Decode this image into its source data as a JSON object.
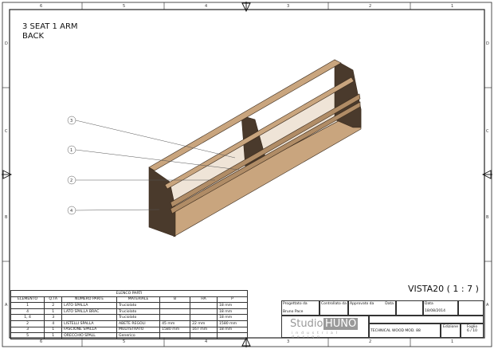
{
  "drawing": {
    "title_line1": "3 SEAT 1 ARM",
    "title_line2": "BACK",
    "view_label": "VISTA20 ( 1 : 7 )"
  },
  "border": {
    "columns": [
      "6",
      "5",
      "4",
      "3",
      "2",
      "1"
    ],
    "rows": [
      "D",
      "C",
      "B",
      "A"
    ]
  },
  "callouts": [
    "3",
    "1",
    "2",
    "4"
  ],
  "bom": {
    "title": "ELENCO PARTI",
    "headers": [
      "ELEMENTO",
      "Q.TÀ",
      "NUMERO PARTE",
      "MATERIALE",
      "B",
      "HA",
      "P"
    ],
    "rows": [
      [
        "1",
        "2",
        "LATO SPALLA",
        "Truciolato",
        "",
        "",
        "18 mm"
      ],
      [
        "4",
        "1",
        "LATO SPALLA BRAC",
        "Truciolato",
        "",
        "",
        "18 mm"
      ],
      [
        "1, 4",
        "3",
        "",
        "Truciolato",
        "",
        "",
        "18 mm"
      ],
      [
        "2",
        "4",
        "LISTELLI SPALLA",
        "ABETE REGOLI",
        "45 mm",
        "22 mm",
        "1580 mm"
      ],
      [
        "3",
        "1",
        "FASCIONE SPALLA",
        "MULTISTRATO",
        "1580 mm",
        "167 mm",
        "18 mm"
      ],
      [
        "5",
        "1",
        "ORECCHIO SPALL",
        "Generico",
        "",
        "",
        ""
      ]
    ]
  },
  "title_block": {
    "designed_label": "Progettato da",
    "designed_value": "Bruno Pace",
    "checked_label": "Controllato da",
    "approved_label": "Approvato da",
    "date_label1": "Data",
    "date_label2": "Data",
    "date_value": "18/08/2014",
    "logo_text1": "Studio",
    "logo_text2": "HUNO",
    "logo_sub": "industrial design",
    "drawing_name": "TECHNICAL WOOD MOD. 88",
    "edition_label": "Edizione",
    "sheet_label": "Foglio",
    "sheet_value": "6 / 10"
  }
}
